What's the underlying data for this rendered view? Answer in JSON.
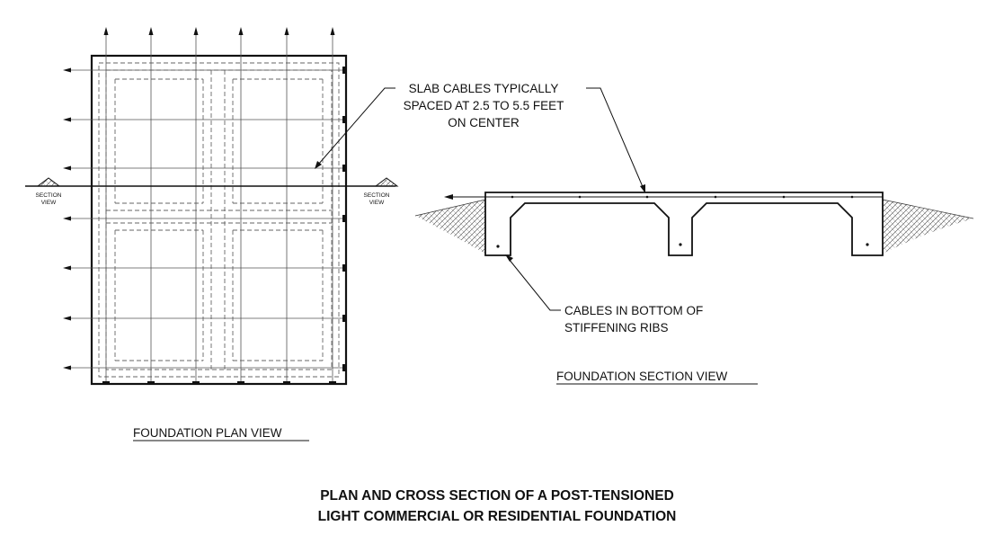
{
  "plan_view": {
    "section_left_label": [
      "SECTION",
      "VIEW"
    ],
    "section_right_label": [
      "SECTION",
      "VIEW"
    ],
    "caption": "FOUNDATION PLAN VIEW"
  },
  "section_view": {
    "callout_top": [
      "SLAB CABLES TYPICALLY",
      "SPACED AT 2.5 TO 5.5 FEET",
      "ON CENTER"
    ],
    "callout_bottom": [
      "CABLES IN BOTTOM OF",
      "STIFFENING RIBS"
    ],
    "caption": "FOUNDATION SECTION VIEW"
  },
  "title": [
    "PLAN AND CROSS SECTION OF A POST-TENSIONED",
    "LIGHT COMMERCIAL OR RESIDENTIAL FOUNDATION"
  ]
}
